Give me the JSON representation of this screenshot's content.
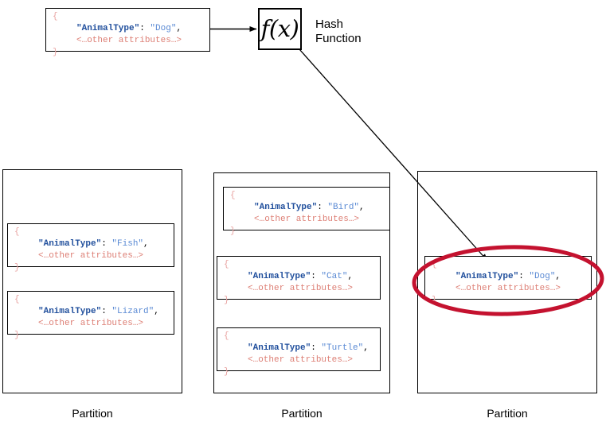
{
  "diagram": {
    "title_present": false,
    "colors": {
      "stroke": "#000000",
      "json_key": "#1f4e9c",
      "json_value": "#5a8ad4",
      "json_attributes": "#dd7f75",
      "json_brace": "#e8a2a0",
      "highlight_ellipse": "#c4122f"
    }
  },
  "source_record": {
    "open_brace": "{",
    "key": "\"AnimalType\"",
    "colon": ": ",
    "value": "\"Dog\"",
    "comma": ",",
    "attributes": "<…other attributes…>",
    "close_brace": "}"
  },
  "hash_function": {
    "box_text": "f(x)",
    "label_line1": "Hash",
    "label_line2": "Function"
  },
  "partitions": [
    {
      "label": "Partition",
      "records": [
        {
          "open_brace": "{",
          "key": "\"AnimalType\"",
          "colon": ": ",
          "value": "\"Fish\"",
          "comma": ",",
          "attributes": "<…other attributes…>",
          "close_brace": "}",
          "highlighted": false
        },
        {
          "open_brace": "{",
          "key": "\"AnimalType\"",
          "colon": ": ",
          "value": "\"Lizard\"",
          "comma": ",",
          "attributes": "<…other attributes…>",
          "close_brace": "}",
          "highlighted": false
        }
      ]
    },
    {
      "label": "Partition",
      "records": [
        {
          "open_brace": "{",
          "key": "\"AnimalType\"",
          "colon": ": ",
          "value": "\"Bird\"",
          "comma": ",",
          "attributes": "<…other attributes…>",
          "close_brace": "}",
          "highlighted": false
        },
        {
          "open_brace": "{",
          "key": "\"AnimalType\"",
          "colon": ": ",
          "value": "\"Cat\"",
          "comma": ",",
          "attributes": "<…other attributes…>",
          "close_brace": "}",
          "highlighted": false
        },
        {
          "open_brace": "{",
          "key": "\"AnimalType\"",
          "colon": ": ",
          "value": "\"Turtle\"",
          "comma": ",",
          "attributes": "<…other attributes…>",
          "close_brace": "}",
          "highlighted": false
        }
      ]
    },
    {
      "label": "Partition",
      "records": [
        {
          "open_brace": "{",
          "key": "\"AnimalType\"",
          "colon": ": ",
          "value": "\"Dog\"",
          "comma": ",",
          "attributes": "<…other attributes…>",
          "close_brace": "}",
          "highlighted": true
        }
      ]
    }
  ]
}
